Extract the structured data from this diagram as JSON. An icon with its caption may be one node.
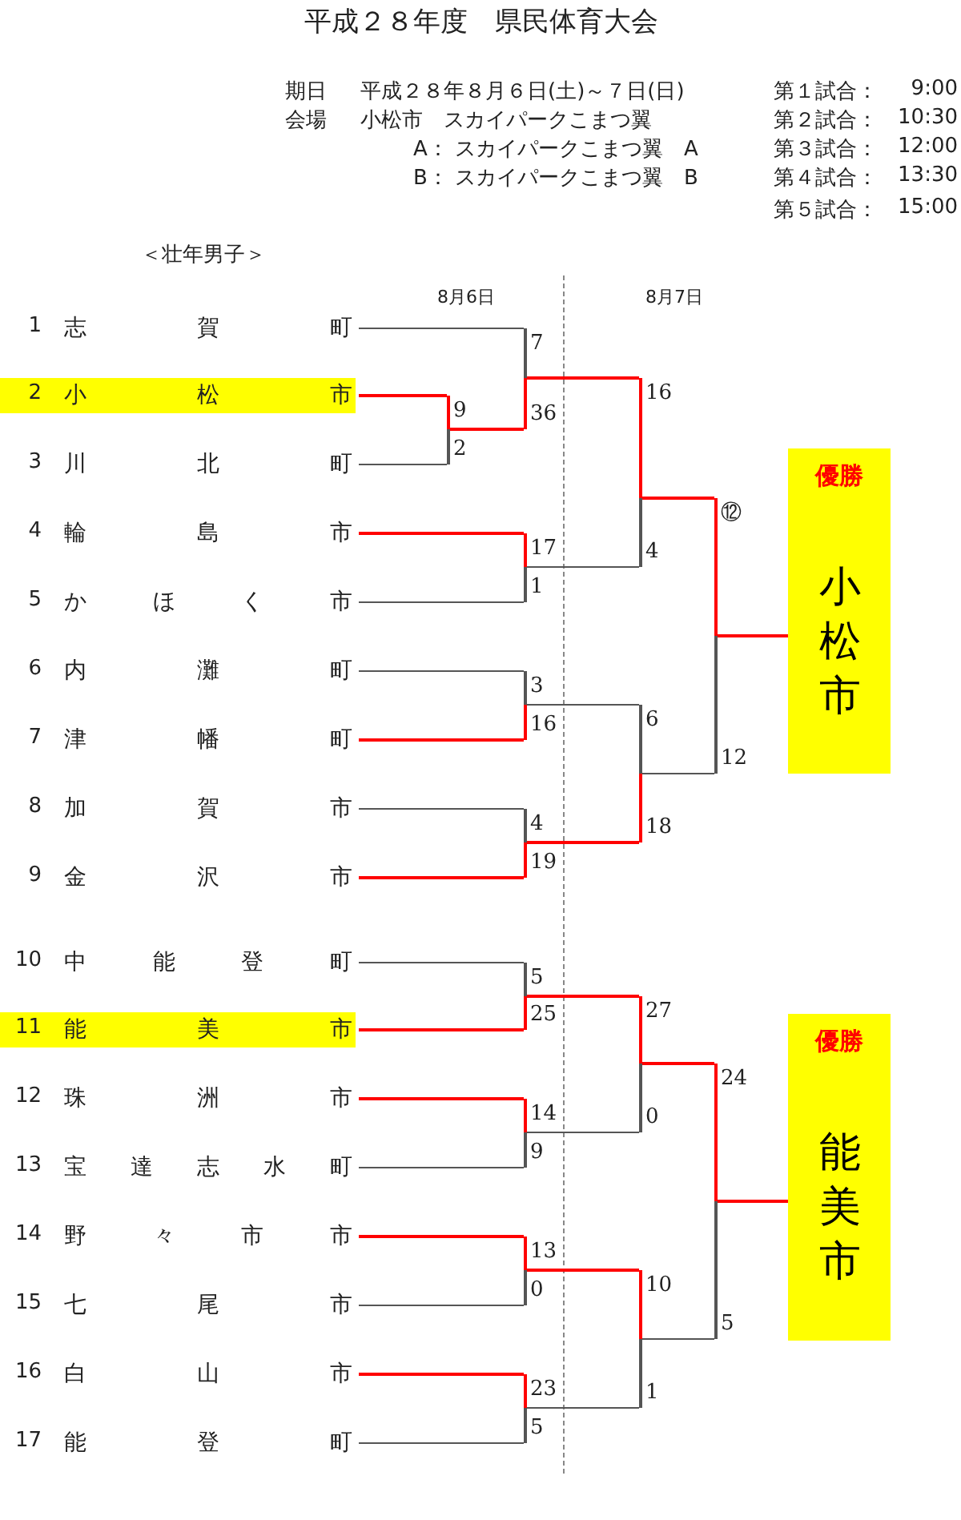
{
  "diagram": {
    "title": "平成２８年度　県民体育大会",
    "nodes": [
      {
        "text": [
          "1",
          "志賀町"
        ]
      },
      {
        "text": [
          "2",
          "小松市"
        ]
      },
      {
        "text": [
          "3",
          "川北町"
        ]
      },
      {
        "text": [
          "4",
          "輪島市"
        ]
      },
      {
        "text": [
          "5",
          "かほく市"
        ]
      },
      {
        "text": [
          "6",
          "内灘町"
        ]
      },
      {
        "text": [
          "7",
          "津幡町"
        ]
      },
      {
        "text": [
          "8",
          "加賀市"
        ]
      },
      {
        "text": [
          "9",
          "金沢市"
        ]
      },
      {
        "text": [
          "10",
          "中能登町"
        ]
      },
      {
        "text": [
          "11",
          "能美市"
        ]
      },
      {
        "text": [
          "12",
          "珠洲市"
        ]
      },
      {
        "text": [
          "13",
          "宝達志水町"
        ]
      },
      {
        "text": [
          "14",
          "野々市市"
        ]
      },
      {
        "text": [
          "15",
          "七尾市"
        ]
      },
      {
        "text": [
          "16",
          "白山市"
        ]
      },
      {
        "text": [
          "17",
          "能登町"
        ]
      },
      {
        "text": [],
        "shape": "bar"
      },
      {
        "text": [],
        "shape": "bar"
      },
      {
        "text": [],
        "shape": "bar"
      },
      {
        "text": [],
        "shape": "bar"
      },
      {
        "text": [],
        "shape": "bar"
      },
      {
        "text": [],
        "shape": "bar"
      },
      {
        "text": [],
        "shape": "bar"
      },
      {
        "text": [],
        "shape": "bar"
      },
      {
        "text": [],
        "shape": "bar"
      },
      {
        "text": [],
        "shape": "bar"
      },
      {
        "text": [],
        "shape": "bar"
      },
      {
        "text": [],
        "shape": "bar"
      },
      {
        "text": [],
        "shape": "bar"
      },
      {
        "text": [],
        "shape": "bar"
      },
      {
        "text": [],
        "shape": "bar"
      },
      {
        "text": [
          "優勝",
          "小松市"
        ]
      },
      {
        "text": [
          "優勝",
          "能美市"
        ]
      }
    ],
    "edges": [
      {
        "from": 1,
        "to": 17,
        "arrow": "none",
        "label": "9",
        "color": "#ff0000"
      },
      {
        "from": 2,
        "to": 17,
        "arrow": "none",
        "label": "2",
        "color": "#555555"
      },
      {
        "from": 0,
        "to": 18,
        "arrow": "none",
        "label": "7",
        "color": "#555555"
      },
      {
        "from": 17,
        "to": 18,
        "arrow": "none",
        "label": "36",
        "color": "#ff0000"
      },
      {
        "from": 3,
        "to": 19,
        "arrow": "none",
        "label": "17",
        "color": "#ff0000"
      },
      {
        "from": 4,
        "to": 19,
        "arrow": "none",
        "label": "1",
        "color": "#555555"
      },
      {
        "from": 18,
        "to": 20,
        "arrow": "none",
        "label": "16",
        "color": "#ff0000"
      },
      {
        "from": 19,
        "to": 20,
        "arrow": "none",
        "label": "4",
        "color": "#555555"
      },
      {
        "from": 5,
        "to": 21,
        "arrow": "none",
        "label": "3",
        "color": "#555555"
      },
      {
        "from": 6,
        "to": 21,
        "arrow": "none",
        "label": "16",
        "color": "#ff0000"
      },
      {
        "from": 7,
        "to": 22,
        "arrow": "none",
        "label": "4",
        "color": "#555555"
      },
      {
        "from": 8,
        "to": 22,
        "arrow": "none",
        "label": "19",
        "color": "#ff0000"
      },
      {
        "from": 21,
        "to": 23,
        "arrow": "none",
        "label": "6",
        "color": "#555555"
      },
      {
        "from": 22,
        "to": 23,
        "arrow": "none",
        "label": "18",
        "color": "#ff0000"
      },
      {
        "from": 20,
        "to": 24,
        "arrow": "none",
        "label": "⑫",
        "color": "#ff0000"
      },
      {
        "from": 23,
        "to": 24,
        "arrow": "none",
        "label": "12",
        "color": "#555555"
      },
      {
        "from": 24,
        "to": 32,
        "arrow": "none",
        "color": "#ff0000"
      },
      {
        "from": 9,
        "to": 25,
        "arrow": "none",
        "label": "5",
        "color": "#555555"
      },
      {
        "from": 10,
        "to": 25,
        "arrow": "none",
        "label": "25",
        "color": "#ff0000"
      },
      {
        "from": 11,
        "to": 26,
        "arrow": "none",
        "label": "14",
        "color": "#ff0000"
      },
      {
        "from": 12,
        "to": 26,
        "arrow": "none",
        "label": "9",
        "color": "#555555"
      },
      {
        "from": 25,
        "to": 27,
        "arrow": "none",
        "label": "27",
        "color": "#ff0000"
      },
      {
        "from": 26,
        "to": 27,
        "arrow": "none",
        "label": "0",
        "color": "#555555"
      },
      {
        "from": 13,
        "to": 28,
        "arrow": "none",
        "label": "13",
        "color": "#ff0000"
      },
      {
        "from": 14,
        "to": 28,
        "arrow": "none",
        "label": "0",
        "color": "#555555"
      },
      {
        "from": 15,
        "to": 29,
        "arrow": "none",
        "label": "23",
        "color": "#ff0000"
      },
      {
        "from": 16,
        "to": 29,
        "arrow": "none",
        "label": "5",
        "color": "#555555"
      },
      {
        "from": 28,
        "to": 30,
        "arrow": "none",
        "label": "10",
        "color": "#ff0000"
      },
      {
        "from": 29,
        "to": 30,
        "arrow": "none",
        "label": "1",
        "color": "#555555"
      },
      {
        "from": 27,
        "to": 31,
        "arrow": "none",
        "label": "24",
        "color": "#ff0000"
      },
      {
        "from": 30,
        "to": 31,
        "arrow": "none",
        "label": "5",
        "color": "#555555"
      },
      {
        "from": 31,
        "to": 33,
        "arrow": "none",
        "color": "#ff0000"
      }
    ],
    "labels": [
      "期日",
      "平成２８年８月６日(土)～７日(日)",
      "第１試合：",
      "9:00",
      "会場",
      "小松市　スカイパークこまつ翼",
      "第２試合：",
      "10:30",
      "A： スカイパークこまつ翼　A",
      "第３試合：",
      "12:00",
      "B： スカイパークこまつ翼　B",
      "第４試合：",
      "13:30",
      "第５試合：",
      "15:00",
      "＜壮年男子＞",
      "8月6日",
      "8月7日"
    ]
  }
}
